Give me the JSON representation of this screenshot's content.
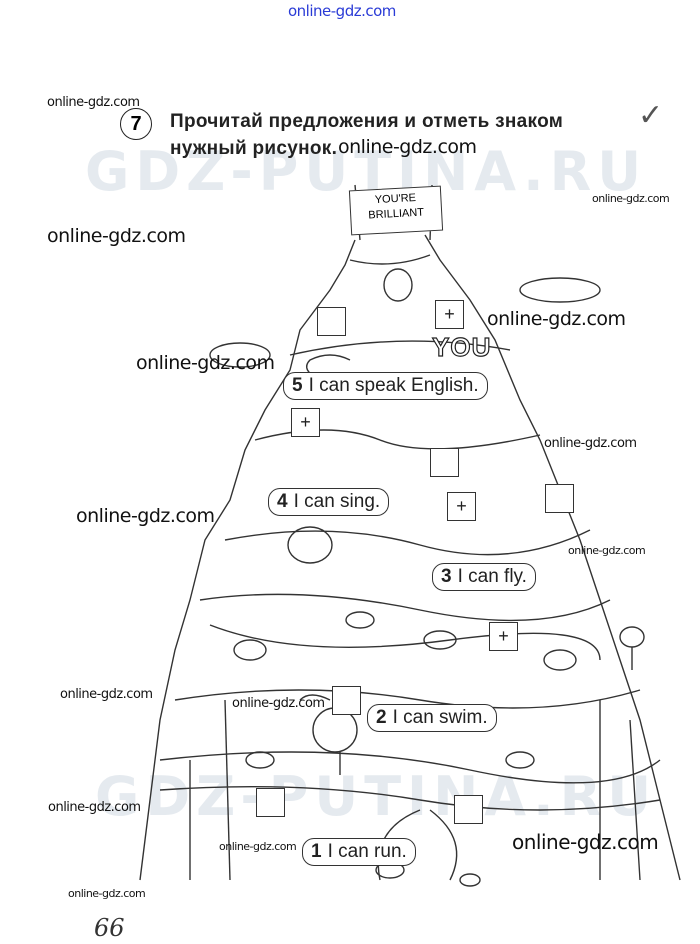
{
  "header_watermark": "online-gdz.com",
  "task": {
    "number": "7",
    "instruction": "Прочитай предложения и отметь знаком",
    "instruction_line2": "нужный рисунок.",
    "check_icon": "checkmark-icon"
  },
  "banner_text": "YOU'RE BRILLIANT",
  "sign_text": "YOU",
  "sentences": [
    {
      "num": "5",
      "text": "I can speak English."
    },
    {
      "num": "4",
      "text": "I can sing."
    },
    {
      "num": "3",
      "text": "I can fly."
    },
    {
      "num": "2",
      "text": "I can swim."
    },
    {
      "num": "1",
      "text": "I can run."
    }
  ],
  "checkboxes": [
    {
      "mark": ""
    },
    {
      "mark": "+"
    },
    {
      "mark": "+"
    },
    {
      "mark": ""
    },
    {
      "mark": "+"
    },
    {
      "mark": ""
    },
    {
      "mark": "+"
    },
    {
      "mark": ""
    },
    {
      "mark": ""
    },
    {
      "mark": ""
    }
  ],
  "watermarks": [
    "online-gdz.com",
    "online-gdz.com",
    "online-gdz.com",
    "online-gdz.com",
    "online-gdz.com",
    "online-gdz.com",
    "online-gdz.com",
    "online-gdz.com",
    "online-gdz.com",
    "online-gdz.com",
    "online-gdz.com",
    "online-gdz.com",
    "online-gdz.com",
    "online-gdz.com"
  ],
  "big_watermark": "GDZ-PUTINA.RU",
  "page_number": "66"
}
